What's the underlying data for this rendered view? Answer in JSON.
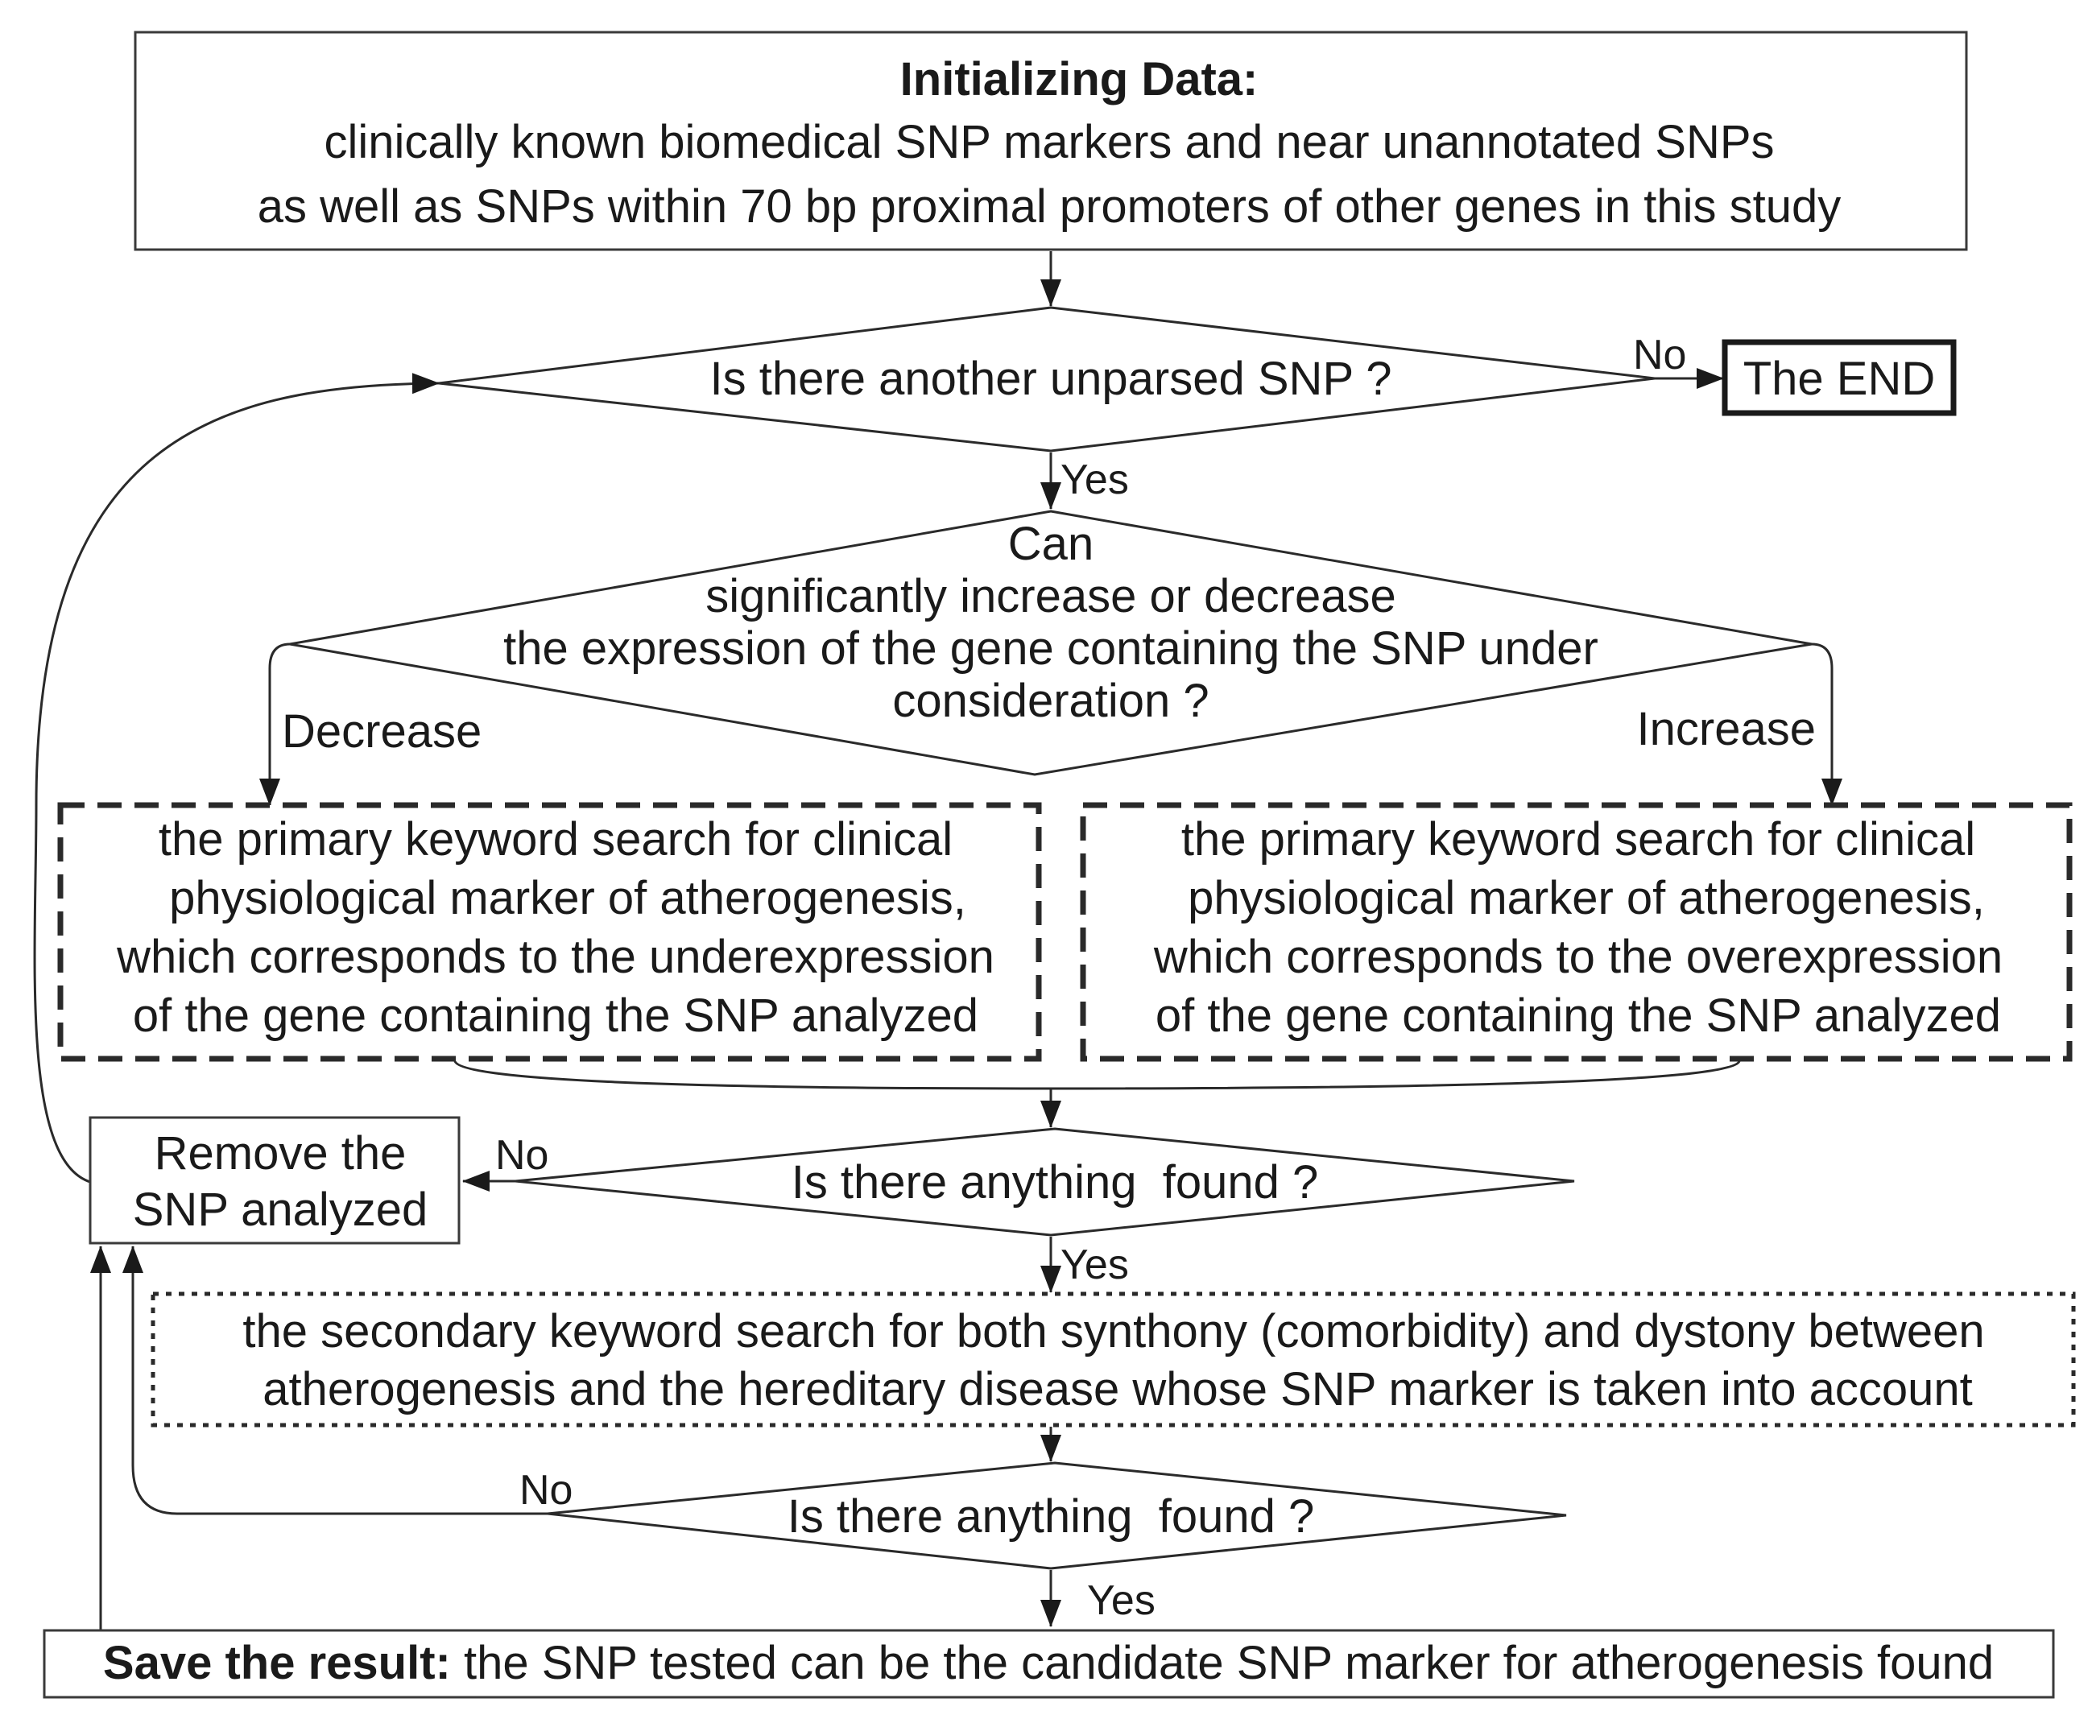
{
  "start": {
    "title": "Initializing Data:",
    "line1": "clinically known biomedical SNP markers and near unannotated SNPs",
    "line2": "as well as SNPs within 70 bp proximal promoters of other genes in this study"
  },
  "decision_unparsed": {
    "text": "Is there another unparsed SNP ?"
  },
  "label_no_end": "No",
  "end": {
    "text": "The END"
  },
  "label_yes_1": "Yes",
  "decision_expression": {
    "line1": "Can",
    "line2": "significantly increase or decrease",
    "line3": "the expression of the gene containing the SNP under",
    "line4": "consideration ?"
  },
  "label_decrease": "Decrease",
  "label_increase": "Increase",
  "search_under": {
    "line1": "the primary keyword search for clinical",
    "line2": "physiological marker of atherogenesis,",
    "line3": "which corresponds to the underexpression",
    "line4": "of the gene containing the SNP analyzed"
  },
  "search_over": {
    "line1": "the primary keyword search for clinical",
    "line2": "physiological marker of atherogenesis,",
    "line3": "which corresponds to the overexpression",
    "line4": "of the gene containing the SNP analyzed"
  },
  "remove": {
    "line1": "Remove the",
    "line2": "SNP analyzed"
  },
  "label_no_found_1": "No",
  "decision_found_1": {
    "text": "Is there anything  found ?"
  },
  "label_yes_2": "Yes",
  "secondary_search": {
    "line1": "the secondary keyword search for both synthony (comorbidity) and dystony between",
    "line2": "atherogenesis and the hereditary disease whose SNP marker is taken into account"
  },
  "label_no_found_2": "No",
  "decision_found_2": {
    "text": "Is there anything  found ?"
  },
  "label_yes_3": "Yes",
  "save": {
    "bold": "Save the result:",
    "rest": " the SNP tested can be the candidate SNP marker for atherogenesis found"
  }
}
